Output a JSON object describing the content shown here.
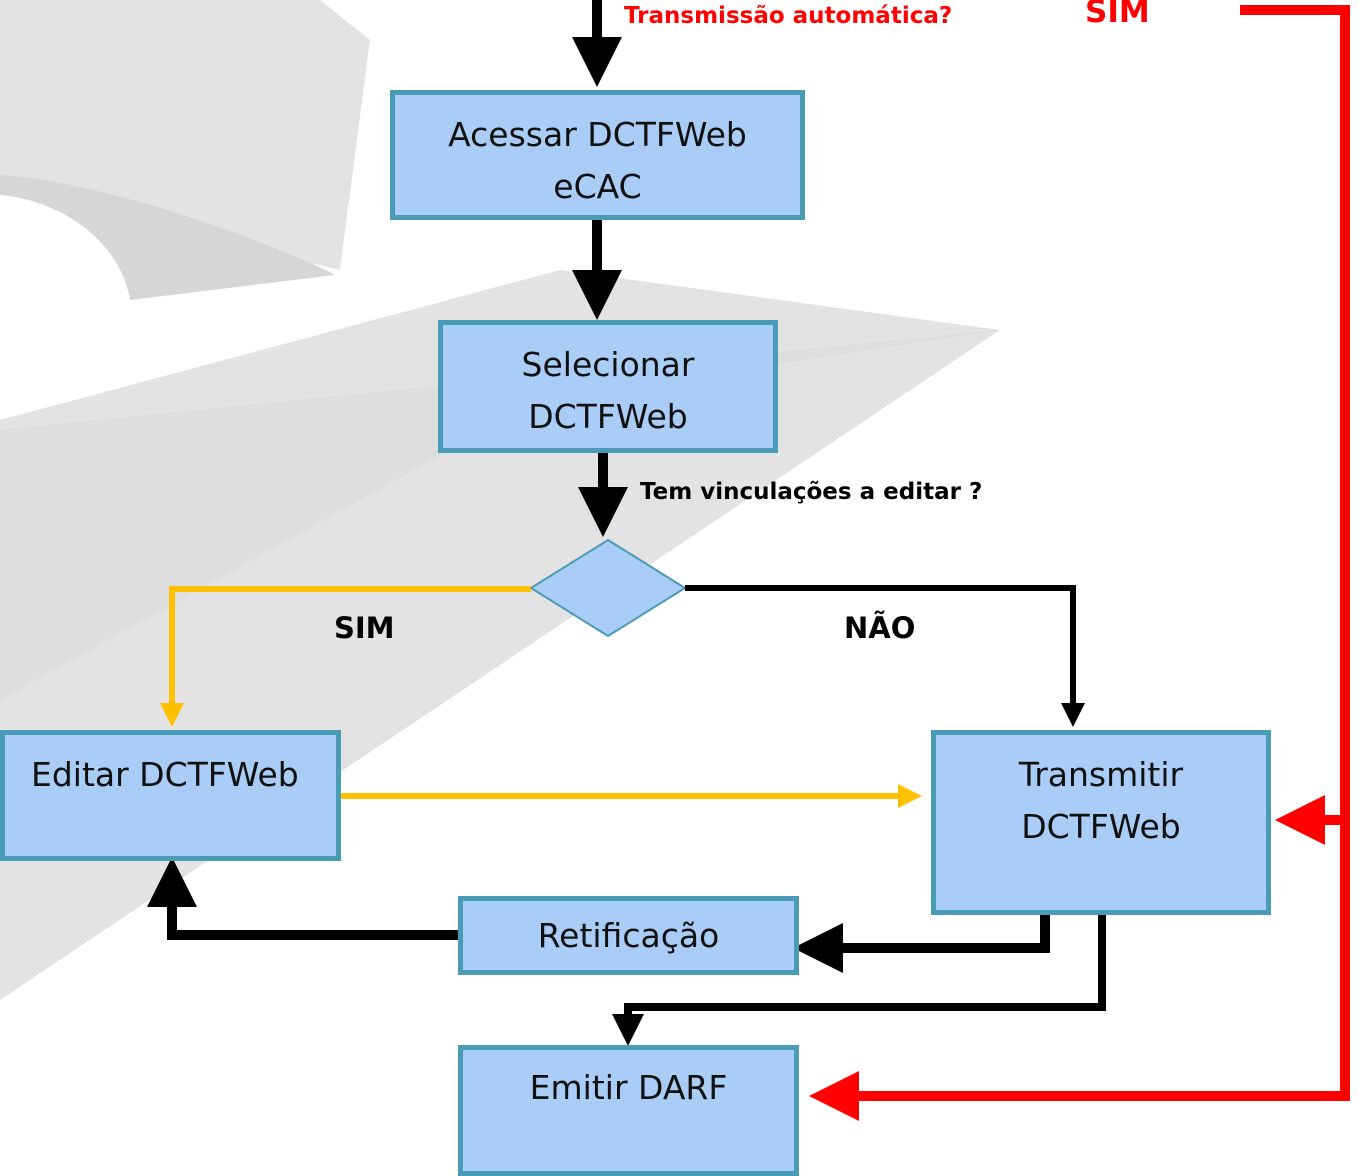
{
  "question_auto": "Transmissão automática?",
  "auto_yes": "SIM",
  "question_link": "Tem vinculações a editar ?",
  "branch_yes": "SIM",
  "branch_no": "NÃO",
  "boxes": {
    "acessar": [
      "Acessar DCTFWeb",
      "eCAC"
    ],
    "selecionar": [
      "Selecionar",
      "DCTFWeb"
    ],
    "editar": "Editar DCTFWeb",
    "transmitir": [
      "Transmitir",
      "DCTFWeb"
    ],
    "retificacao": "Retificação",
    "emitir": "Emitir DARF"
  },
  "colors": {
    "box_fill": "#a9cdf7",
    "box_border": "#4a9bb5",
    "auto_path": "#ff0000",
    "yes_path": "#ffc000",
    "flow": "#000000"
  }
}
